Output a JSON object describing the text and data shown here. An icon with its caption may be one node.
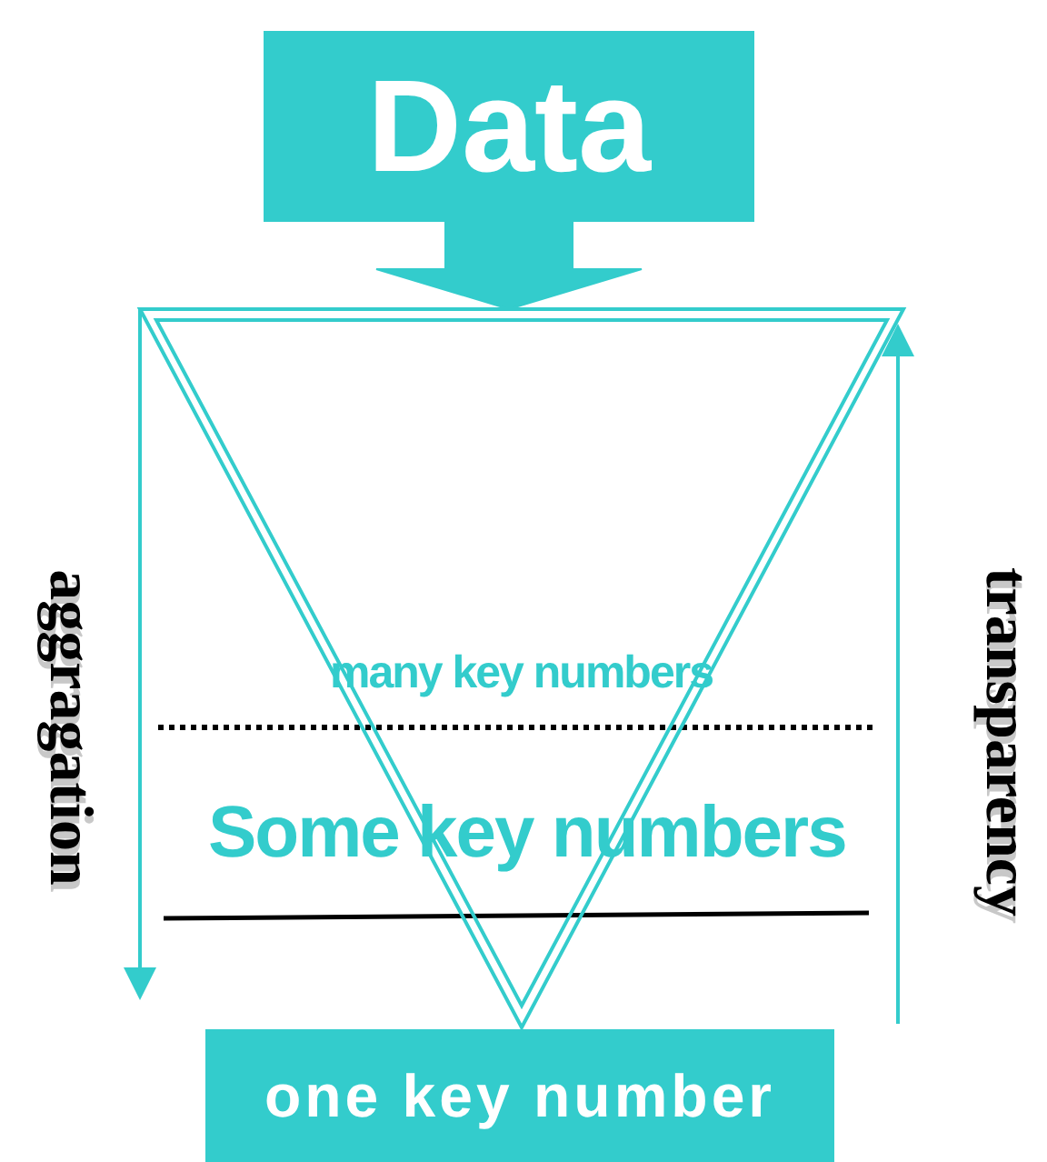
{
  "diagram": {
    "nodes": [
      {
        "text": [
          "Data"
        ]
      },
      {
        "text": [],
        "shape": "triangle"
      },
      {
        "text": [
          "one key number"
        ]
      }
    ],
    "edges": [
      {
        "from": 0,
        "to": 1,
        "arrow": "to",
        "style": "thick"
      }
    ],
    "labels": [
      "many key numbers",
      "Some key numbers",
      "aggragation",
      "transparency"
    ]
  }
}
